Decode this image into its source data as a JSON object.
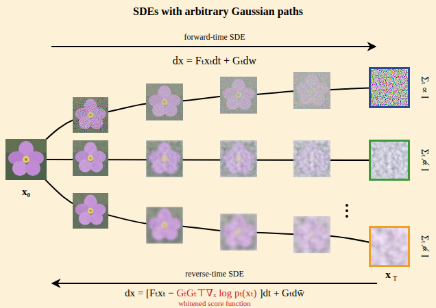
{
  "diagram": {
    "title": "SDEs with arbitrary Gaussian paths",
    "labels": [
      "forward-time SDE",
      "dx = Fₜxₜdt + Gₜdw",
      "x₀",
      "Σₜ ∝ I",
      "Σₜ ∝̸ I",
      "Σₜ ∝̸ I",
      "x",
      "T",
      "reverse-time SDE",
      "dx = [Fₜxₜ −",
      "GₜGₜ⊤∇ₓ log pₜ(xₜ)",
      "]dt + Gₜdw̄",
      "whitened score function"
    ]
  }
}
